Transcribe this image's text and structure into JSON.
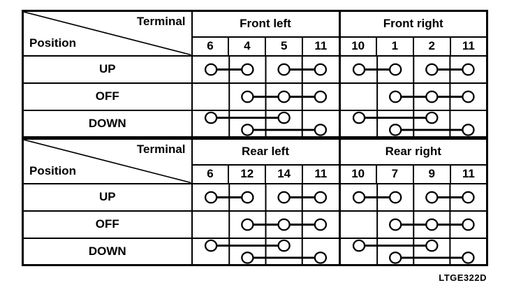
{
  "figure_label": "LTGE322D",
  "corner": {
    "top": "Terminal",
    "bottom": "Position"
  },
  "tables": [
    {
      "groups": [
        {
          "label": "Front left",
          "terminals": [
            "6",
            "4",
            "5",
            "11"
          ]
        },
        {
          "label": "Front right",
          "terminals": [
            "10",
            "1",
            "2",
            "11"
          ]
        }
      ],
      "rows": [
        {
          "label": "UP",
          "connections": [
            {
              "group": 0,
              "terminals": [
                0,
                1
              ],
              "level": "mid"
            },
            {
              "group": 0,
              "terminals": [
                2,
                3
              ],
              "level": "mid"
            },
            {
              "group": 1,
              "terminals": [
                0,
                1
              ],
              "level": "mid"
            },
            {
              "group": 1,
              "terminals": [
                2,
                3
              ],
              "level": "mid"
            }
          ]
        },
        {
          "label": "OFF",
          "connections": [
            {
              "group": 0,
              "terminals": [
                1,
                2,
                3
              ],
              "level": "mid"
            },
            {
              "group": 1,
              "terminals": [
                1,
                2,
                3
              ],
              "level": "mid"
            }
          ]
        },
        {
          "label": "DOWN",
          "connections": [
            {
              "group": 0,
              "terminals": [
                0,
                2
              ],
              "level": "upper"
            },
            {
              "group": 0,
              "terminals": [
                1,
                3
              ],
              "level": "lower"
            },
            {
              "group": 1,
              "terminals": [
                0,
                2
              ],
              "level": "upper"
            },
            {
              "group": 1,
              "terminals": [
                1,
                3
              ],
              "level": "lower"
            }
          ]
        }
      ]
    },
    {
      "groups": [
        {
          "label": "Rear left",
          "terminals": [
            "6",
            "12",
            "14",
            "11"
          ]
        },
        {
          "label": "Rear right",
          "terminals": [
            "10",
            "7",
            "9",
            "11"
          ]
        }
      ],
      "rows": [
        {
          "label": "UP",
          "connections": [
            {
              "group": 0,
              "terminals": [
                0,
                1
              ],
              "level": "mid"
            },
            {
              "group": 0,
              "terminals": [
                2,
                3
              ],
              "level": "mid"
            },
            {
              "group": 1,
              "terminals": [
                0,
                1
              ],
              "level": "mid"
            },
            {
              "group": 1,
              "terminals": [
                2,
                3
              ],
              "level": "mid"
            }
          ]
        },
        {
          "label": "OFF",
          "connections": [
            {
              "group": 0,
              "terminals": [
                1,
                2,
                3
              ],
              "level": "mid"
            },
            {
              "group": 1,
              "terminals": [
                1,
                2,
                3
              ],
              "level": "mid"
            }
          ]
        },
        {
          "label": "DOWN",
          "connections": [
            {
              "group": 0,
              "terminals": [
                0,
                2
              ],
              "level": "upper"
            },
            {
              "group": 0,
              "terminals": [
                1,
                3
              ],
              "level": "lower"
            },
            {
              "group": 1,
              "terminals": [
                0,
                2
              ],
              "level": "upper"
            },
            {
              "group": 1,
              "terminals": [
                1,
                3
              ],
              "level": "lower"
            }
          ]
        }
      ]
    }
  ]
}
